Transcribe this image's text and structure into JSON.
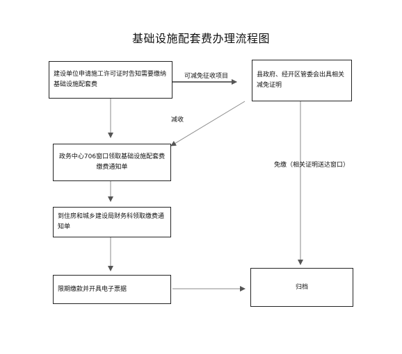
{
  "title": "基础设施配套费办理流程图",
  "nodes": {
    "apply": "建设单位申请施工许可证时告知需要缴纳基础设施配套费",
    "certify": "县政府、经开区管委会出具相关减免证明",
    "collect_notice": "政务中心706窗口领取基础设施配套费缴费通知单",
    "finance_notice": "到住房和城乡建设局财务科领取缴费通知单",
    "pay": "限期缴款并开具电子票据",
    "archive": "归档"
  },
  "edge_labels": {
    "exempt_items": "可减免征收项目",
    "reduce": "减收",
    "waive": "免缴（相关证明送达窗口）"
  }
}
